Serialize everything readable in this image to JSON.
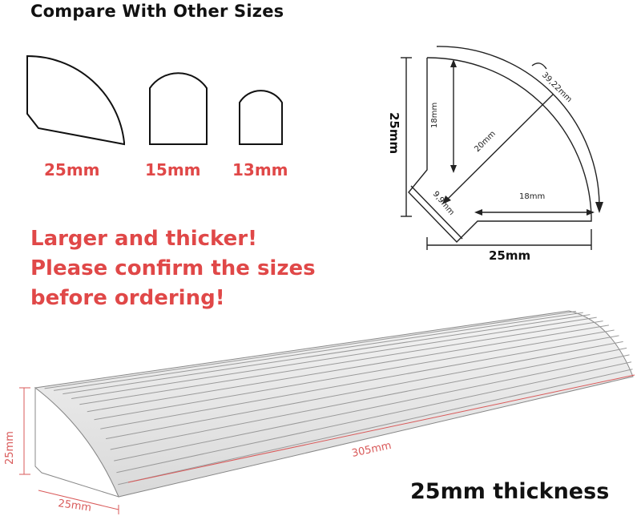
{
  "heading": "Compare With Other Sizes",
  "profiles": [
    {
      "label": "25mm"
    },
    {
      "label": "15mm"
    },
    {
      "label": "13mm"
    }
  ],
  "notice_lines": [
    "Larger and thicker!",
    "Please confirm the sizes",
    "before ordering!"
  ],
  "cross_section": {
    "height_label": "25mm",
    "width_label": "25mm",
    "inner_height_label": "18mm",
    "inner_width_label": "18mm",
    "radius_label": "20mm",
    "arc_length_label": "39,22mm",
    "chamfer_label": "9,9mm"
  },
  "moulding": {
    "height_label": "25mm",
    "depth_label": "25mm",
    "length_label": "305mm"
  },
  "footer": "25mm thickness",
  "colors": {
    "accent_red": "#e04848",
    "dimension_red": "#d95a5a",
    "ink": "#111111"
  }
}
